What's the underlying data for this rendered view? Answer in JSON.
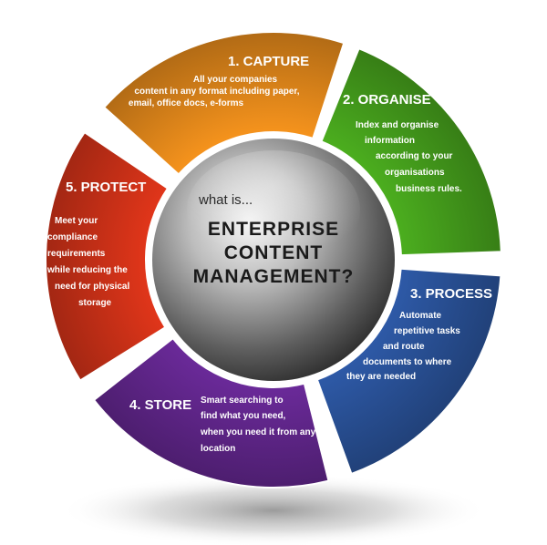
{
  "center": {
    "small": "what is...",
    "lines": [
      "ENTERPRISE",
      "CONTENT",
      "MANAGEMENT?"
    ]
  },
  "segments": [
    {
      "id": "capture",
      "title": "1. CAPTURE",
      "color": "#f7941d",
      "desc": [
        "All your companies",
        "content in any format including paper,",
        "email, office docs, e-forms"
      ]
    },
    {
      "id": "organise",
      "title": "2. ORGANISE",
      "color": "#4caf1f",
      "desc": [
        "Index and organise",
        "information",
        "according to your",
        "organisations",
        "business rules."
      ]
    },
    {
      "id": "process",
      "title": "3. PROCESS",
      "color": "#2e5aa8",
      "desc": [
        "Automate",
        "repetitive tasks",
        "and route",
        "documents to where",
        "they are needed"
      ]
    },
    {
      "id": "store",
      "title": "4. STORE",
      "color": "#6b2a9a",
      "desc": [
        "Smart searching to",
        "find what you need,",
        "when you need it from any",
        "location"
      ]
    },
    {
      "id": "protect",
      "title": "5. PROTECT",
      "color": "#e2361a",
      "desc": [
        "Meet your",
        "compliance",
        "requirements",
        "while reducing the",
        "need for physical",
        "storage"
      ]
    }
  ]
}
